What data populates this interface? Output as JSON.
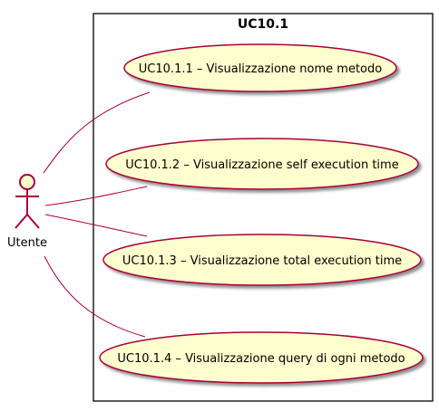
{
  "package": {
    "title": "UC10.1"
  },
  "actor": {
    "label": "Utente"
  },
  "use_cases": [
    {
      "label": "UC10.1.1 – Visualizzazione nome metodo"
    },
    {
      "label": "UC10.1.2 – Visualizzazione self execution time"
    },
    {
      "label": "UC10.1.3 – Visualizzazione total execution time"
    },
    {
      "label": "UC10.1.4 – Visualizzazione query di ogni metodo"
    }
  ],
  "colors": {
    "use_case_fill": "#FEFECE",
    "stroke": "#A80036",
    "package_border": "#000000"
  }
}
